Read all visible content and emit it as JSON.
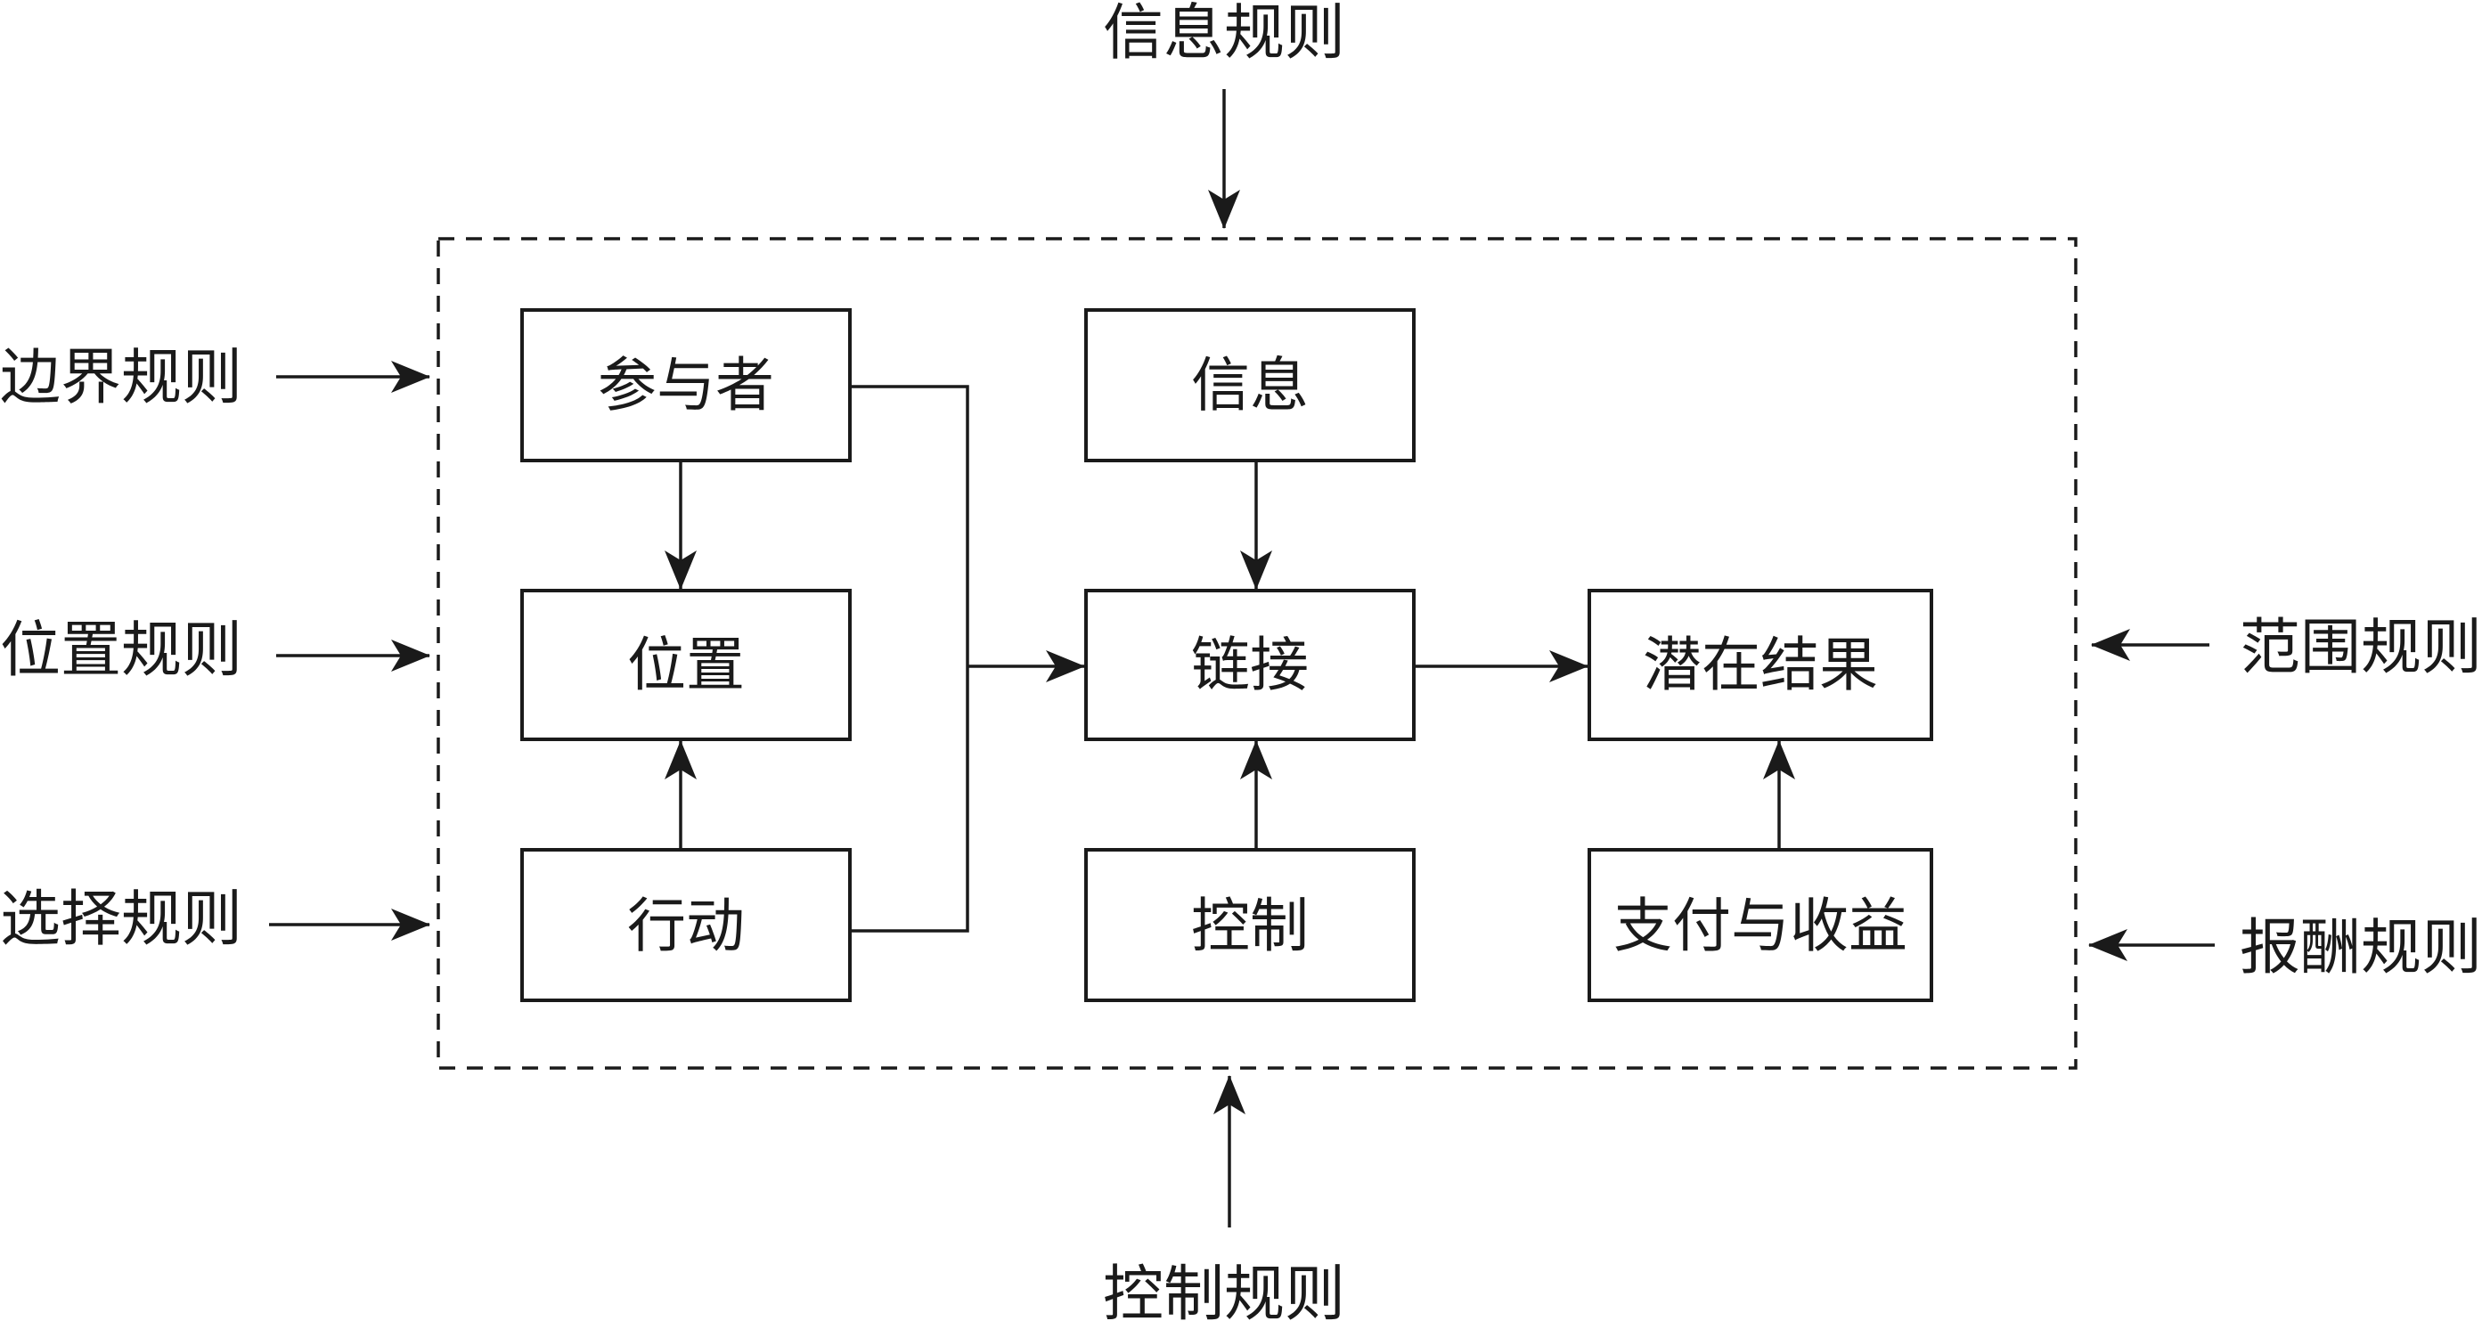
{
  "diagram": {
    "title": "",
    "colors": {
      "stroke": "#1a1a1a",
      "background": "#ffffff"
    },
    "rules": {
      "top": "信息规则",
      "bottom": "控制规则",
      "left": [
        "边界规则",
        "位置规则",
        "选择规则"
      ],
      "right": [
        "范围规则",
        "报酬规则"
      ]
    },
    "nodes": {
      "participants": "参与者",
      "position": "位置",
      "action": "行动",
      "information": "信息",
      "link": "链接",
      "control": "控制",
      "potential_outcome": "潜在结果",
      "payoff": "支付与收益"
    },
    "edges": [
      {
        "from": "参与者",
        "to": "位置"
      },
      {
        "from": "行动",
        "to": "位置"
      },
      {
        "from": "参与者",
        "to": "链接"
      },
      {
        "from": "行动",
        "to": "链接"
      },
      {
        "from": "信息",
        "to": "链接"
      },
      {
        "from": "控制",
        "to": "链接"
      },
      {
        "from": "链接",
        "to": "潜在结果"
      },
      {
        "from": "支付与收益",
        "to": "潜在结果"
      },
      {
        "from": "信息规则",
        "to": "action-situation-frame"
      },
      {
        "from": "控制规则",
        "to": "action-situation-frame"
      },
      {
        "from": "边界规则",
        "to": "action-situation-frame"
      },
      {
        "from": "位置规则",
        "to": "action-situation-frame"
      },
      {
        "from": "选择规则",
        "to": "action-situation-frame"
      },
      {
        "from": "范围规则",
        "to": "action-situation-frame"
      },
      {
        "from": "报酬规则",
        "to": "action-situation-frame"
      }
    ]
  }
}
